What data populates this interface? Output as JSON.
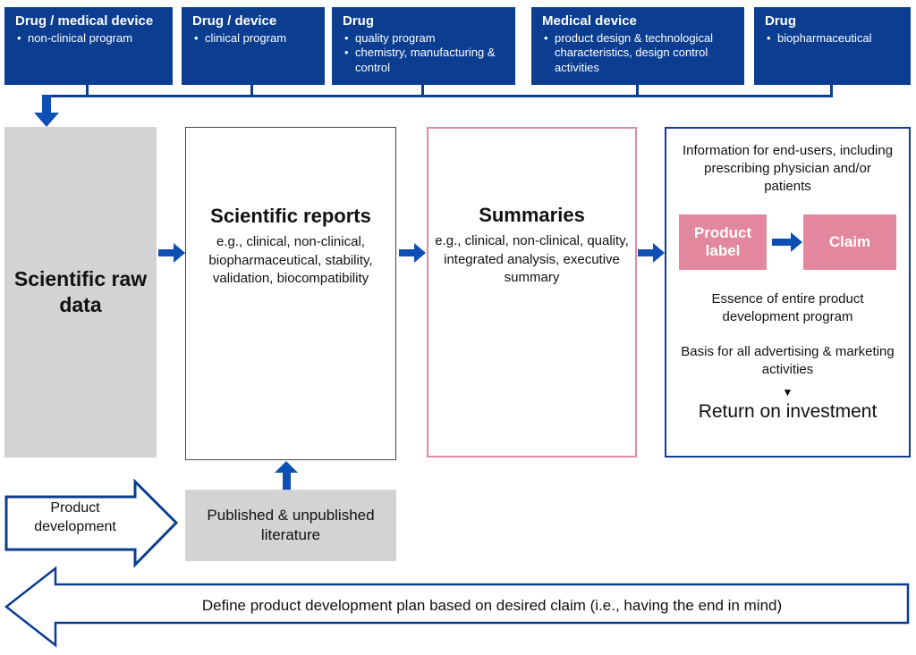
{
  "top_boxes": [
    {
      "title": "Drug / medical device",
      "bullets": [
        "non-clinical program"
      ]
    },
    {
      "title": "Drug / device",
      "bullets": [
        "clinical program"
      ]
    },
    {
      "title": "Drug",
      "bullets": [
        "quality program",
        "chemistry, manufacturing & control"
      ]
    },
    {
      "title": "Medical device",
      "bullets": [
        "product design & technological characteristics, design control activities"
      ]
    },
    {
      "title": "Drug",
      "bullets": [
        "biopharmaceutical"
      ]
    }
  ],
  "main_flow": {
    "raw_data": {
      "title": "Scientific raw data"
    },
    "reports": {
      "title": "Scientific reports",
      "body": "e.g., clinical, non-clinical, biopharmaceutical, stability, validation, biocompatibility"
    },
    "summaries": {
      "title": "Summaries",
      "body": "e.g., clinical, non-clinical, quality, integrated analysis, executive summary"
    },
    "end_panel": {
      "info": "Information for end-users, including prescribing physician and/or patients",
      "product_label": "Product label",
      "claim": "Claim",
      "essence": "Essence of entire product development program",
      "basis": "Basis for all advertising & marketing activities",
      "triangle": "▼",
      "roi": "Return on investment"
    }
  },
  "bottom": {
    "product_development": "Product development",
    "literature": "Published & unpublished literature",
    "define_plan": "Define product development plan based on desired claim (i.e., having the end in mind)"
  },
  "colors": {
    "dark_blue": "#0b3d91",
    "arrow_blue": "#0e4fb5",
    "gray": "#d2d3d5",
    "pink": "#e2879d",
    "pink_border": "#e08ba2"
  }
}
